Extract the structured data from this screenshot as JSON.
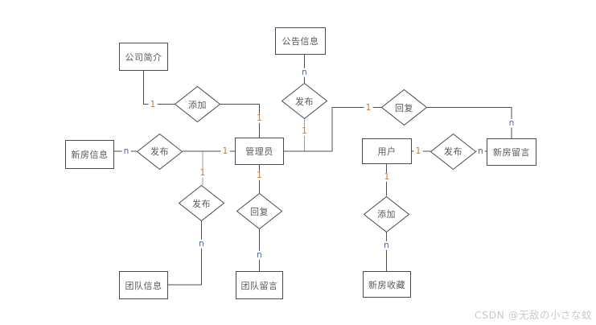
{
  "diagram": {
    "type": "entity-relationship-diagram",
    "entities": [
      {
        "id": "company-profile",
        "label": "公司简介"
      },
      {
        "id": "announcement-info",
        "label": "公告信息"
      },
      {
        "id": "new-house-info",
        "label": "新房信息"
      },
      {
        "id": "admin",
        "label": "管理员"
      },
      {
        "id": "user",
        "label": "用户"
      },
      {
        "id": "new-house-message",
        "label": "新房留言"
      },
      {
        "id": "team-info",
        "label": "团队信息"
      },
      {
        "id": "team-message",
        "label": "团队留言"
      },
      {
        "id": "new-house-favorite",
        "label": "新房收藏"
      }
    ],
    "relationships": [
      {
        "id": "add-company-profile",
        "label": "添加"
      },
      {
        "id": "publish-announcement",
        "label": "发布"
      },
      {
        "id": "publish-new-house-info",
        "label": "发布"
      },
      {
        "id": "publish-team-info",
        "label": "发布"
      },
      {
        "id": "reply-team-message",
        "label": "回复"
      },
      {
        "id": "reply-new-house-message",
        "label": "回复"
      },
      {
        "id": "publish-new-house-message",
        "label": "发布"
      },
      {
        "id": "add-new-house-favorite",
        "label": "添加"
      }
    ],
    "cardinalities": [
      {
        "value": "1"
      },
      {
        "value": "1"
      },
      {
        "value": "n"
      },
      {
        "value": "1"
      },
      {
        "value": "n"
      },
      {
        "value": "1"
      },
      {
        "value": "1"
      },
      {
        "value": "n"
      },
      {
        "value": "1"
      },
      {
        "value": "n"
      },
      {
        "value": "1"
      },
      {
        "value": "n"
      },
      {
        "value": "1"
      },
      {
        "value": "n"
      },
      {
        "value": "1"
      },
      {
        "value": "n"
      }
    ],
    "connections": [
      {
        "from": "管理员",
        "from_card": "1",
        "relationship": "添加",
        "to_card": "1",
        "to": "公司简介"
      },
      {
        "from": "管理员",
        "from_card": "1",
        "relationship": "发布",
        "to_card": "n",
        "to": "公告信息"
      },
      {
        "from": "管理员",
        "from_card": "1",
        "relationship": "发布",
        "to_card": "n",
        "to": "新房信息"
      },
      {
        "from": "管理员",
        "from_card": "1",
        "relationship": "发布",
        "to_card": "n",
        "to": "团队信息"
      },
      {
        "from": "管理员",
        "from_card": "1",
        "relationship": "回复",
        "to_card": "n",
        "to": "团队留言"
      },
      {
        "from": "管理员",
        "from_card": "1",
        "relationship": "回复",
        "to_card": "n",
        "to": "新房留言"
      },
      {
        "from": "用户",
        "from_card": "1",
        "relationship": "发布",
        "to_card": "n",
        "to": "新房留言"
      },
      {
        "from": "用户",
        "from_card": "1",
        "relationship": "添加",
        "to_card": "n",
        "to": "新房收藏"
      }
    ],
    "colors": {
      "one_label": "#c07a3e",
      "n_label": "#49639a",
      "line": "#4f4f4f",
      "line_muted": "#9a9a9a",
      "shape_border": "#454b54",
      "shape_text": "#595959",
      "watermark": "#c9c9c9",
      "background": "#ffffff"
    }
  },
  "watermark": {
    "text": "CSDN @无敌の小さな蚊"
  }
}
